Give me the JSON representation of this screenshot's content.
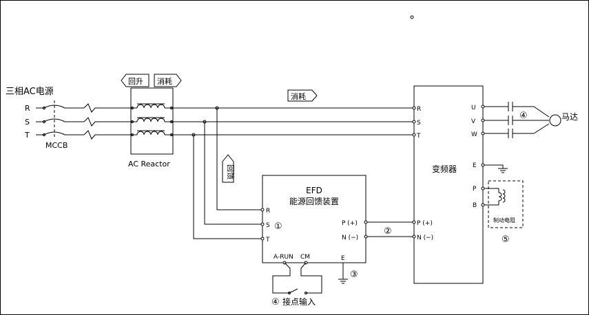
{
  "source": {
    "title": "三相AC电源",
    "phases": [
      "R",
      "S",
      "T"
    ]
  },
  "mccb_label": "MCCB",
  "reactor": {
    "label": "AC Reactor",
    "tag_regen": "回升",
    "tag_consume": "消耗"
  },
  "line_tag_consume": "消耗",
  "feedback_tag": "回馈",
  "efd": {
    "title": "EFD",
    "subtitle": "能源回馈装置",
    "inputs": [
      "R",
      "S",
      "T"
    ],
    "dc_p": "P (+)",
    "dc_n": "N (−)",
    "run": "A-RUN",
    "cm": "CM",
    "earth": "E"
  },
  "inverter": {
    "title": "变频器",
    "inputs": [
      "R",
      "S",
      "T"
    ],
    "dc_p": "P (+)",
    "dc_n": "N (−)",
    "outputs": [
      "U",
      "V",
      "W"
    ],
    "earth": "E",
    "brake_p": "P",
    "brake_b": "B"
  },
  "motor_label": "马达",
  "brake_resistor_label": "制动电阻",
  "contact_input_label": "接点输入",
  "markers": {
    "m1": "①",
    "m2": "②",
    "m3": "③",
    "m4": "④",
    "m5": "⑤"
  },
  "contact_marker": "④"
}
